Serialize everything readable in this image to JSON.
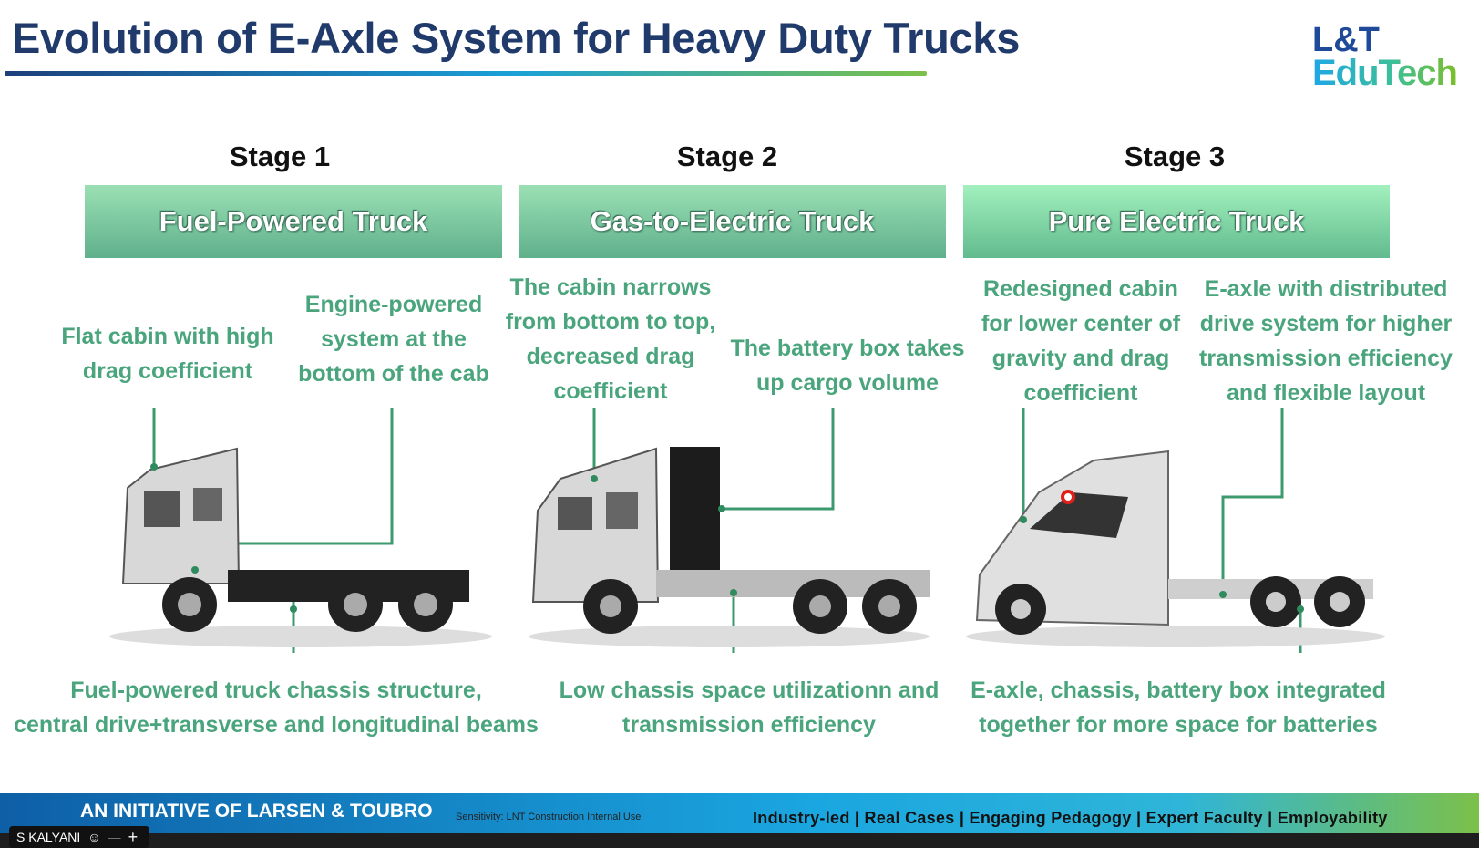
{
  "title": "Evolution of E-Axle System for Heavy Duty Trucks",
  "logo": {
    "line1": "L&T",
    "line2": "EduTech"
  },
  "stages": [
    {
      "label": "Stage 1",
      "banner": "Fuel-Powered Truck",
      "annotations": [
        "Flat cabin with high\ndrag coefficient",
        "Engine-powered\nsystem at the\nbottom of the cab"
      ],
      "bottom": "Fuel-powered truck chassis structure,\ncentral drive+transverse and longitudinal beams"
    },
    {
      "label": "Stage 2",
      "banner": "Gas-to-Electric Truck",
      "annotations": [
        "The cabin narrows\nfrom bottom to top,\ndecreased drag\ncoefficient",
        "The battery box takes\nup cargo volume"
      ],
      "bottom": "Low chassis space utilizationn and\ntransmission efficiency"
    },
    {
      "label": "Stage 3",
      "banner": "Pure Electric Truck",
      "annotations": [
        "Redesigned cabin\nfor lower center of\ngravity and drag\ncoefficient",
        "E-axle with distributed\ndrive system for higher\ntransmission efficiency\nand flexible layout"
      ],
      "bottom": "E-axle, chassis, battery box integrated\ntogether for more space for batteries"
    }
  ],
  "footer": {
    "initiative": "AN INITIATIVE OF LARSEN & TOUBRO",
    "tagline": "Industry-led | Real Cases | Engaging Pedagogy | Expert Faculty | Employability",
    "sensitivity": "Sensitivity: LNT Construction Internal Use"
  },
  "meeting": {
    "user": "S KALYANI"
  },
  "colors": {
    "title": "#1f3a6b",
    "annotation": "#4aa57d",
    "banner": "#6fc196"
  }
}
